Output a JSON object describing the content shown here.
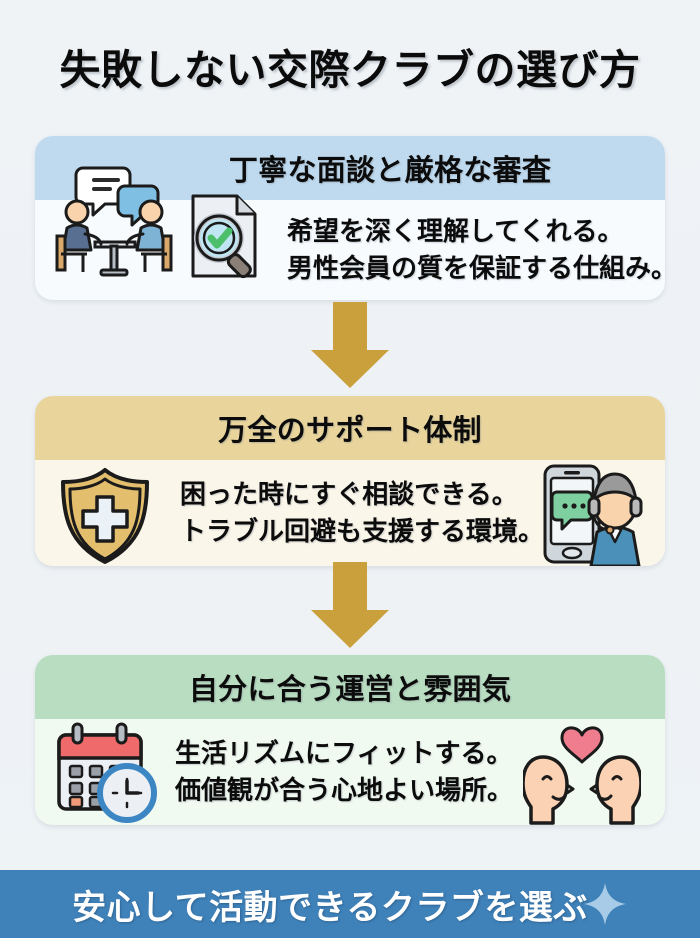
{
  "title": "失敗しない交際クラブの選び方",
  "colors": {
    "page_background": "#eef2f6",
    "card1_header": "#bfdaef",
    "card1_body": "#f7fbfe",
    "card2_header": "#e9d59c",
    "card2_body": "#fbf6ea",
    "card3_header": "#b9ddc1",
    "card3_body": "#f1faf1",
    "arrow": "#c9a03c",
    "footer_bar": "#3f82b9",
    "footer_text": "#ffffff",
    "sparkle": "#a8cce8"
  },
  "cards": [
    {
      "heading": "丁寧な面談と厳格な審査",
      "lines": [
        "希望を深く理解してくれる。",
        "男性会員の質を保証する仕組み。"
      ],
      "icons": [
        "interview-people-icon",
        "document-check-magnifier-icon"
      ]
    },
    {
      "heading": "万全のサポート体制",
      "lines": [
        "困った時にすぐ相談できる。",
        "トラブル回避も支援する環境。"
      ],
      "icons": [
        "shield-cross-icon",
        "support-agent-phone-icon"
      ]
    },
    {
      "heading": "自分に合う運営と雰囲気",
      "lines": [
        "生活リズムにフィットする。",
        "価値観が合う心地よい場所。"
      ],
      "icons": [
        "calendar-clock-icon",
        "couple-heart-icon"
      ]
    }
  ],
  "arrows": [
    {
      "name": "flow-arrow-1",
      "direction": "down"
    },
    {
      "name": "flow-arrow-2",
      "direction": "down"
    }
  ],
  "footer": {
    "text": "安心して活動できるクラブを選ぶ",
    "sparkle": "sparkle-icon"
  }
}
